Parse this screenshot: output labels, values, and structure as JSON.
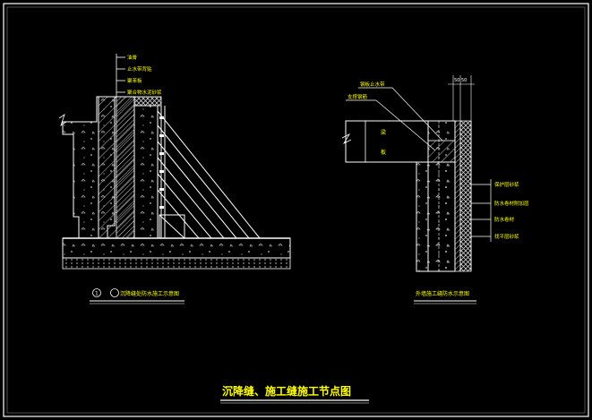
{
  "drawing": {
    "title": "沉降缝、施工缝施工节点图",
    "background": "#000000",
    "colors": {
      "frame": "#ffffff",
      "line": "#ffffff",
      "hatch": "#c8c8c8",
      "label": "#ffff00",
      "accent": "#00ffff"
    }
  },
  "left_detail": {
    "caption_number": "1",
    "caption_text": "沉降缝处防水施工示意图",
    "callouts": [
      "油膏",
      "止水带背贴",
      "聚苯板",
      "聚合物水泥砂浆"
    ]
  },
  "right_detail": {
    "caption_text": "外墙施工缝防水示意图",
    "dimension_text": "50 50",
    "callouts_top": [
      "钢板止水带",
      "支撑钢筋"
    ],
    "beam_label_a": "梁",
    "beam_label_b": "板",
    "callouts_right": [
      "保护层砂浆",
      "防水卷材附加层",
      "防水卷材",
      "找平层砂浆"
    ]
  }
}
